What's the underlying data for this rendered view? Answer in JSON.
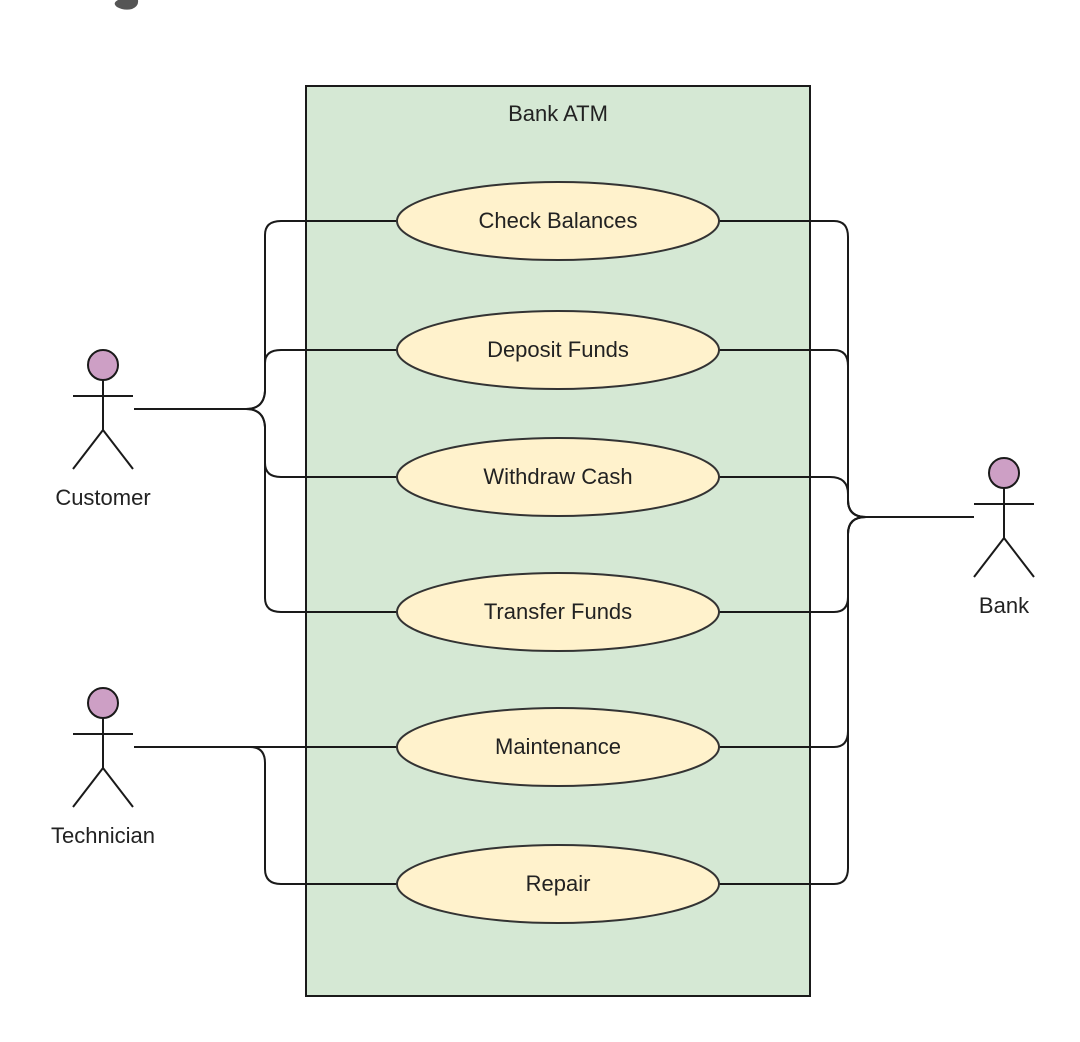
{
  "system": {
    "title": "Bank ATM"
  },
  "use_cases": [
    {
      "id": "check",
      "label": "Check Balances"
    },
    {
      "id": "deposit",
      "label": "Deposit Funds"
    },
    {
      "id": "withdraw",
      "label": "Withdraw Cash"
    },
    {
      "id": "transfer",
      "label": "Transfer Funds"
    },
    {
      "id": "maintenance",
      "label": "Maintenance"
    },
    {
      "id": "repair",
      "label": "Repair"
    }
  ],
  "actors": {
    "customer": {
      "label": "Customer"
    },
    "technician": {
      "label": "Technician"
    },
    "bank": {
      "label": "Bank"
    }
  },
  "associations": [
    {
      "actor": "customer",
      "use_case": "check"
    },
    {
      "actor": "customer",
      "use_case": "deposit"
    },
    {
      "actor": "customer",
      "use_case": "withdraw"
    },
    {
      "actor": "customer",
      "use_case": "transfer"
    },
    {
      "actor": "technician",
      "use_case": "maintenance"
    },
    {
      "actor": "technician",
      "use_case": "repair"
    },
    {
      "actor": "bank",
      "use_case": "check"
    },
    {
      "actor": "bank",
      "use_case": "deposit"
    },
    {
      "actor": "bank",
      "use_case": "withdraw"
    },
    {
      "actor": "bank",
      "use_case": "transfer"
    },
    {
      "actor": "bank",
      "use_case": "maintenance"
    },
    {
      "actor": "bank",
      "use_case": "repair"
    }
  ],
  "colors": {
    "system_fill": "#d5e8d4",
    "system_stroke": "#1a1a1a",
    "use_case_fill": "#fff2cc",
    "use_case_stroke": "#333333",
    "actor_head_fill": "#cd9fc5",
    "line": "#1a1a1a"
  }
}
